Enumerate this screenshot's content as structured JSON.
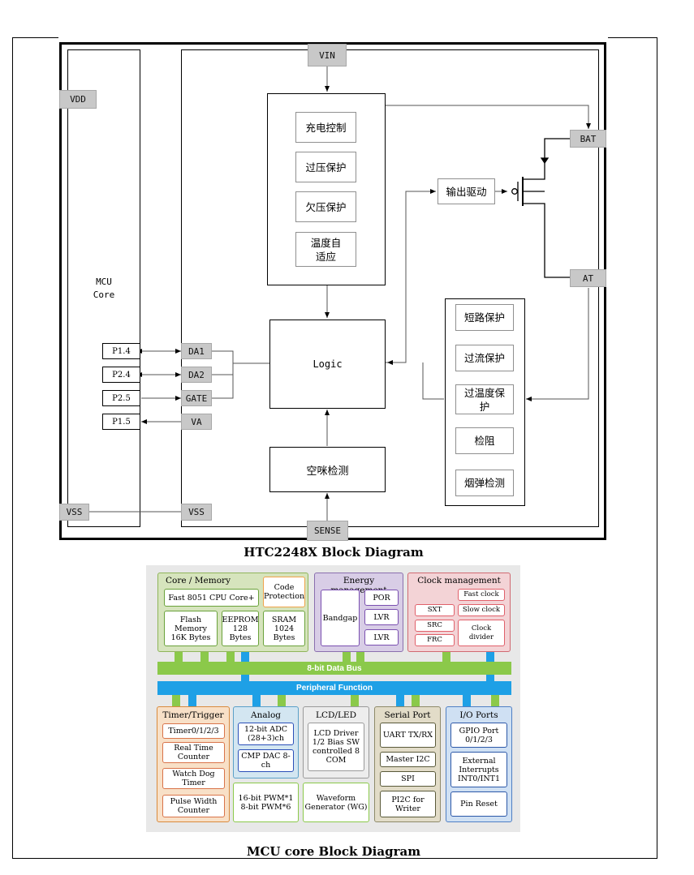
{
  "htc": {
    "title": "HTC2248X  Block  Diagram",
    "mcu_core_label_1": "MCU",
    "mcu_core_label_2": "Core",
    "pins": {
      "vin": "VIN",
      "vdd": "VDD",
      "bat": "BAT",
      "at": "AT",
      "da1": "DA1",
      "da2": "DA2",
      "gate": "GATE",
      "va": "VA",
      "vss_left": "VSS",
      "vss_right": "VSS",
      "sense": "SENSE"
    },
    "mcu_ports": [
      "P1.4",
      "P2.4",
      "P2.5",
      "P1.5"
    ],
    "charge_blocks": [
      "充电控制",
      "过压保护",
      "欠压保护",
      "温度自适应"
    ],
    "protect_blocks": [
      "短路保护",
      "过流保护",
      "过温度保护",
      "检阻",
      "烟弹检测"
    ],
    "logic": "Logic",
    "output_driver": "输出驱动",
    "idle_detect": "空咪检测"
  },
  "mcu": {
    "title": "MCU  core  Block  Diagram",
    "core_memory": {
      "title": "Core / Memory",
      "code_protection": "Code Protection",
      "cpu": "Fast 8051 CPU Core+",
      "flash": "Flash Memory 16K Bytes",
      "eeprom": "EEPROM 128 Bytes",
      "sram": "SRAM 1024 Bytes"
    },
    "energy": {
      "title": "Energy management",
      "bandgap": "Bandgap",
      "por": "POR",
      "lvr1": "LVR",
      "lvr2": "LVR"
    },
    "clock": {
      "title": "Clock management",
      "fast_clock": "Fast clock",
      "slow_clock": "Slow clock",
      "sxt": "SXT",
      "src": "SRC",
      "frc": "FRC",
      "divider": "Clock divider"
    },
    "data_bus": "8-bit Data Bus",
    "peripheral": "Peripheral Function",
    "timer": {
      "title": "Timer/Trigger",
      "timers": "Timer0/1/2/3",
      "rtc": "Real Time Counter",
      "wdt": "Watch Dog Timer",
      "pwc": "Pulse Width Counter"
    },
    "analog": {
      "title": "Analog",
      "adc": "12-bit ADC (28+3)ch",
      "cmp": "CMP DAC 8-ch",
      "pwm": "16-bit PWM*1 8-bit PWM*6"
    },
    "lcd": {
      "title": "LCD/LED",
      "driver": "LCD Driver 1/2 Bias SW controlled 8 COM",
      "waveform": "Waveform Generator (WG)"
    },
    "serial": {
      "title": "Serial Port",
      "uart": "UART TX/RX",
      "i2c": "Master I2C",
      "spi": "SPI",
      "pi2c": "PI2C for Writer"
    },
    "io": {
      "title": "I/O Ports",
      "gpio": "GPIO Port 0/1/2/3",
      "ext": "External Interrupts INT0/INT1",
      "reset": "Pin Reset"
    }
  }
}
